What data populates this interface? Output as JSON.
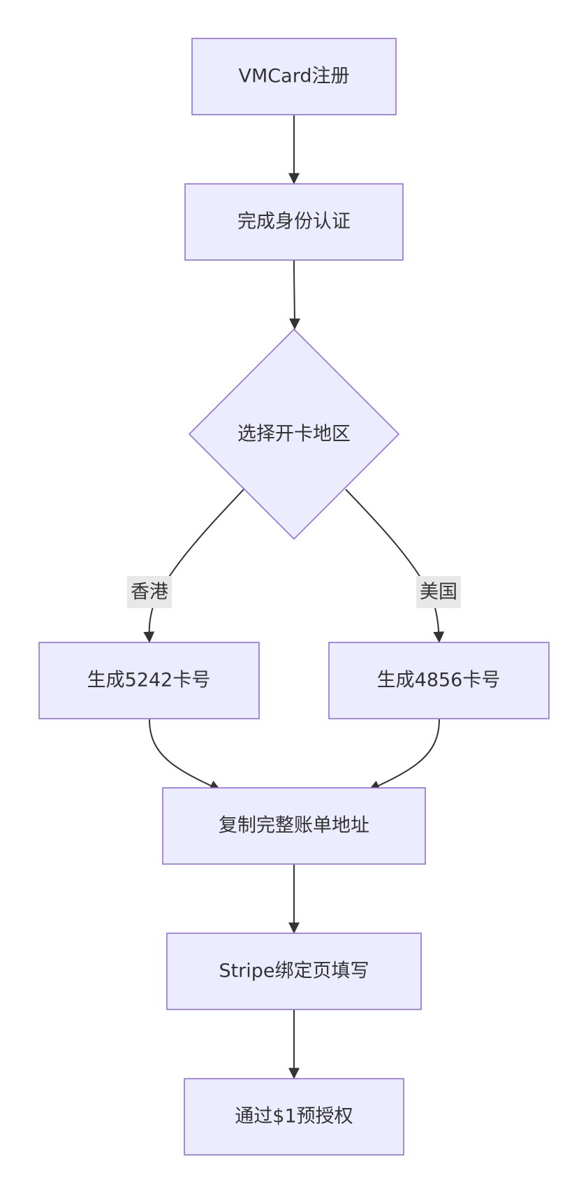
{
  "nodes": {
    "register": {
      "label": "VMCard注册"
    },
    "verify": {
      "label": "完成身份认证"
    },
    "region": {
      "label": "选择开卡地区"
    },
    "hk_card": {
      "label": "生成5242卡号"
    },
    "us_card": {
      "label": "生成4856卡号"
    },
    "copy_address": {
      "label": "复制完整账单地址"
    },
    "stripe": {
      "label": "Stripe绑定页填写"
    },
    "preauth": {
      "label": "通过$1预授权"
    }
  },
  "edges": {
    "hk": {
      "label": "香港"
    },
    "us": {
      "label": "美国"
    }
  },
  "colors": {
    "node_fill": "#ececff",
    "node_stroke": "#9370db",
    "text": "#333333",
    "edge": "#333333",
    "edge_label_bg": "#e8e8e8"
  }
}
